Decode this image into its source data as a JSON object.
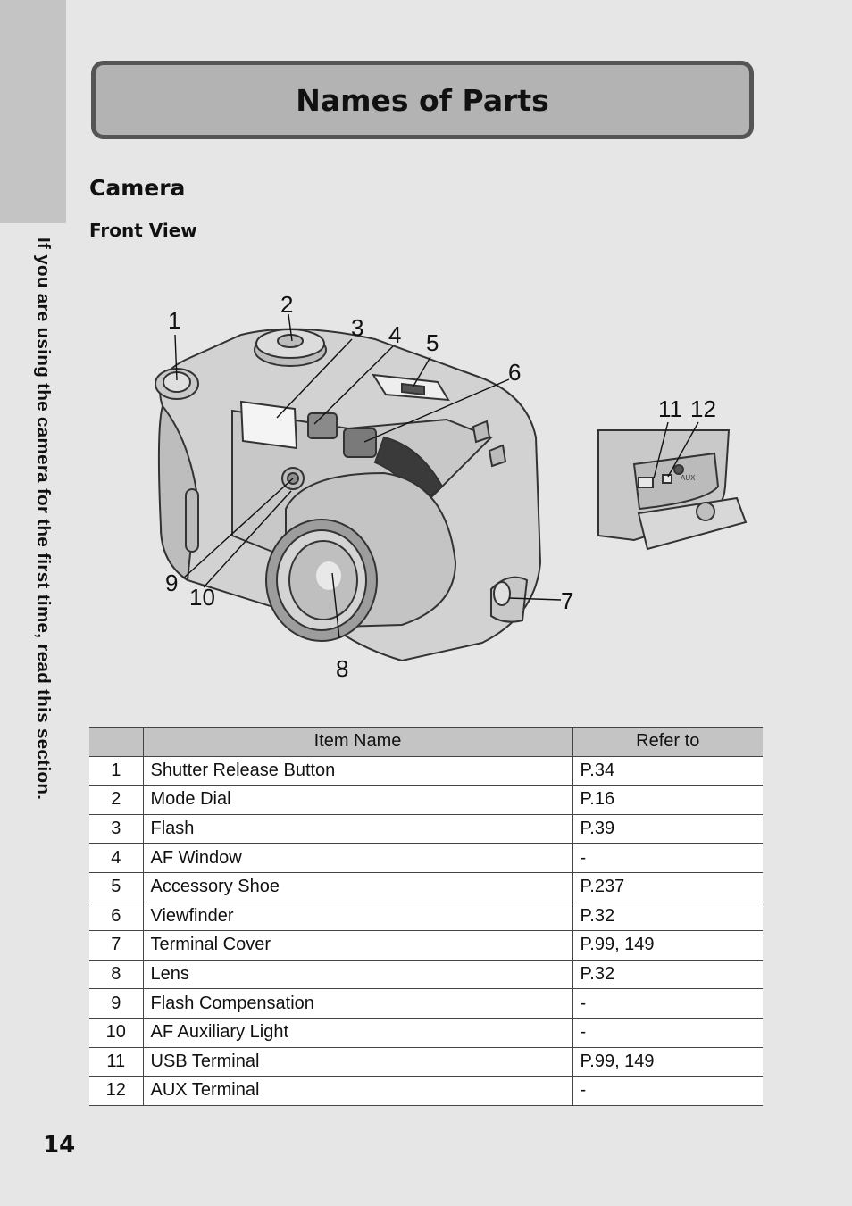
{
  "side_text": "If you are using the camera for the first time, read this section.",
  "title": "Names of Parts",
  "section_heading": "Camera",
  "subsection_heading": "Front View",
  "figure_callouts": [
    "1",
    "2",
    "3",
    "4",
    "5",
    "6",
    "7",
    "8",
    "9",
    "10",
    "11",
    "12"
  ],
  "aux_label": "AUX",
  "table": {
    "headers": [
      "",
      "Item Name",
      "Refer to"
    ],
    "rows": [
      [
        "1",
        "Shutter Release Button",
        "P.34"
      ],
      [
        "2",
        "Mode Dial",
        "P.16"
      ],
      [
        "3",
        "Flash",
        "P.39"
      ],
      [
        "4",
        "AF Window",
        "-"
      ],
      [
        "5",
        "Accessory Shoe",
        "P.237"
      ],
      [
        "6",
        "Viewfinder",
        "P.32"
      ],
      [
        "7",
        "Terminal Cover",
        "P.99, 149"
      ],
      [
        "8",
        "Lens",
        "P.32"
      ],
      [
        "9",
        "Flash Compensation",
        "-"
      ],
      [
        "10",
        "AF Auxiliary Light",
        "-"
      ],
      [
        "11",
        "USB Terminal",
        "P.99, 149"
      ],
      [
        "12",
        "AUX Terminal",
        "-"
      ]
    ]
  },
  "page_number": "14"
}
